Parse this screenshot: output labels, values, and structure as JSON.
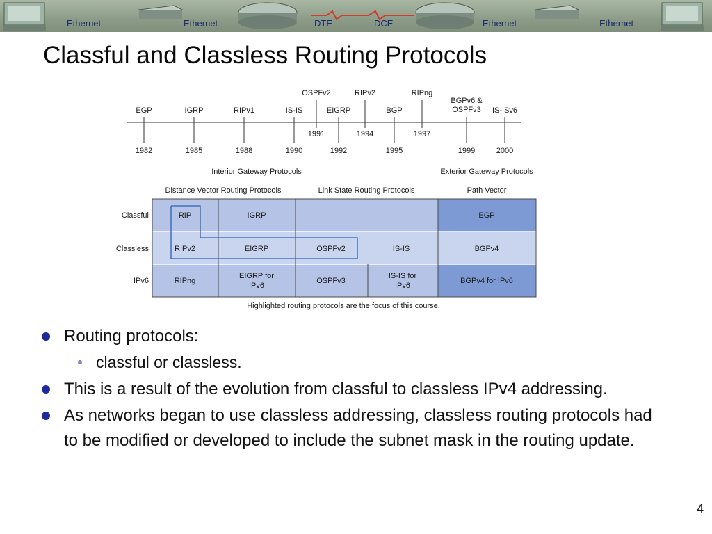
{
  "banner": {
    "labels": [
      "Ethernet",
      "Ethernet",
      "DTE",
      "DCE",
      "Ethernet",
      "Ethernet"
    ]
  },
  "title": "Classful and Classless Routing Protocols",
  "timeline": {
    "upper": [
      {
        "label": "OSPFv2",
        "year": "1991"
      },
      {
        "label": "RIPv2",
        "year": "1994"
      },
      {
        "label": "RIPng",
        "year": "1997"
      },
      {
        "label": "BGPv6 &",
        "label2": "OSPFv3",
        "year": "1999"
      },
      {
        "label": "IS-ISv6",
        "year": "2000"
      }
    ],
    "lower": [
      {
        "label": "EGP",
        "year": "1982"
      },
      {
        "label": "IGRP",
        "year": "1985"
      },
      {
        "label": "RIPv1",
        "year": "1988"
      },
      {
        "label": "IS-IS",
        "year": "1990"
      },
      {
        "label": "EIGRP",
        "year": "1992"
      },
      {
        "label": "BGP",
        "year": "1995"
      }
    ]
  },
  "table": {
    "interior_label": "Interior Gateway Protocols",
    "exterior_label": "Exterior Gateway Protocols",
    "col_headers": [
      "Distance Vector Routing Protocols",
      "Link State Routing Protocols",
      "Path Vector"
    ],
    "rows": [
      {
        "label": "Classful",
        "cells": [
          "RIP",
          "IGRP",
          "",
          "",
          "EGP"
        ]
      },
      {
        "label": "Classless",
        "cells": [
          "RIPv2",
          "EIGRP",
          "OSPFv2",
          "IS-IS",
          "BGPv4"
        ]
      },
      {
        "label": "IPv6",
        "cells": [
          "RIPng",
          "EIGRP for IPv6",
          "OSPFv3",
          "IS-IS for IPv6",
          "BGPv4 for IPv6"
        ]
      }
    ],
    "caption": "Highlighted routing protocols are the focus of this course.",
    "colors": {
      "light": "#b4c3e6",
      "path": "#7d9ad4",
      "highlight_line": "#2a63b8"
    }
  },
  "bullets": [
    {
      "level": 1,
      "text": "Routing protocols:"
    },
    {
      "level": 2,
      "text": "classful or classless."
    },
    {
      "level": 1,
      "text": "This is a result of the evolution from classful to classless IPv4 addressing."
    },
    {
      "level": 1,
      "text": "As networks began to use classless addressing, classless routing protocols had to be modified or developed to include the subnet mask in the routing update."
    }
  ],
  "page_number": "4"
}
